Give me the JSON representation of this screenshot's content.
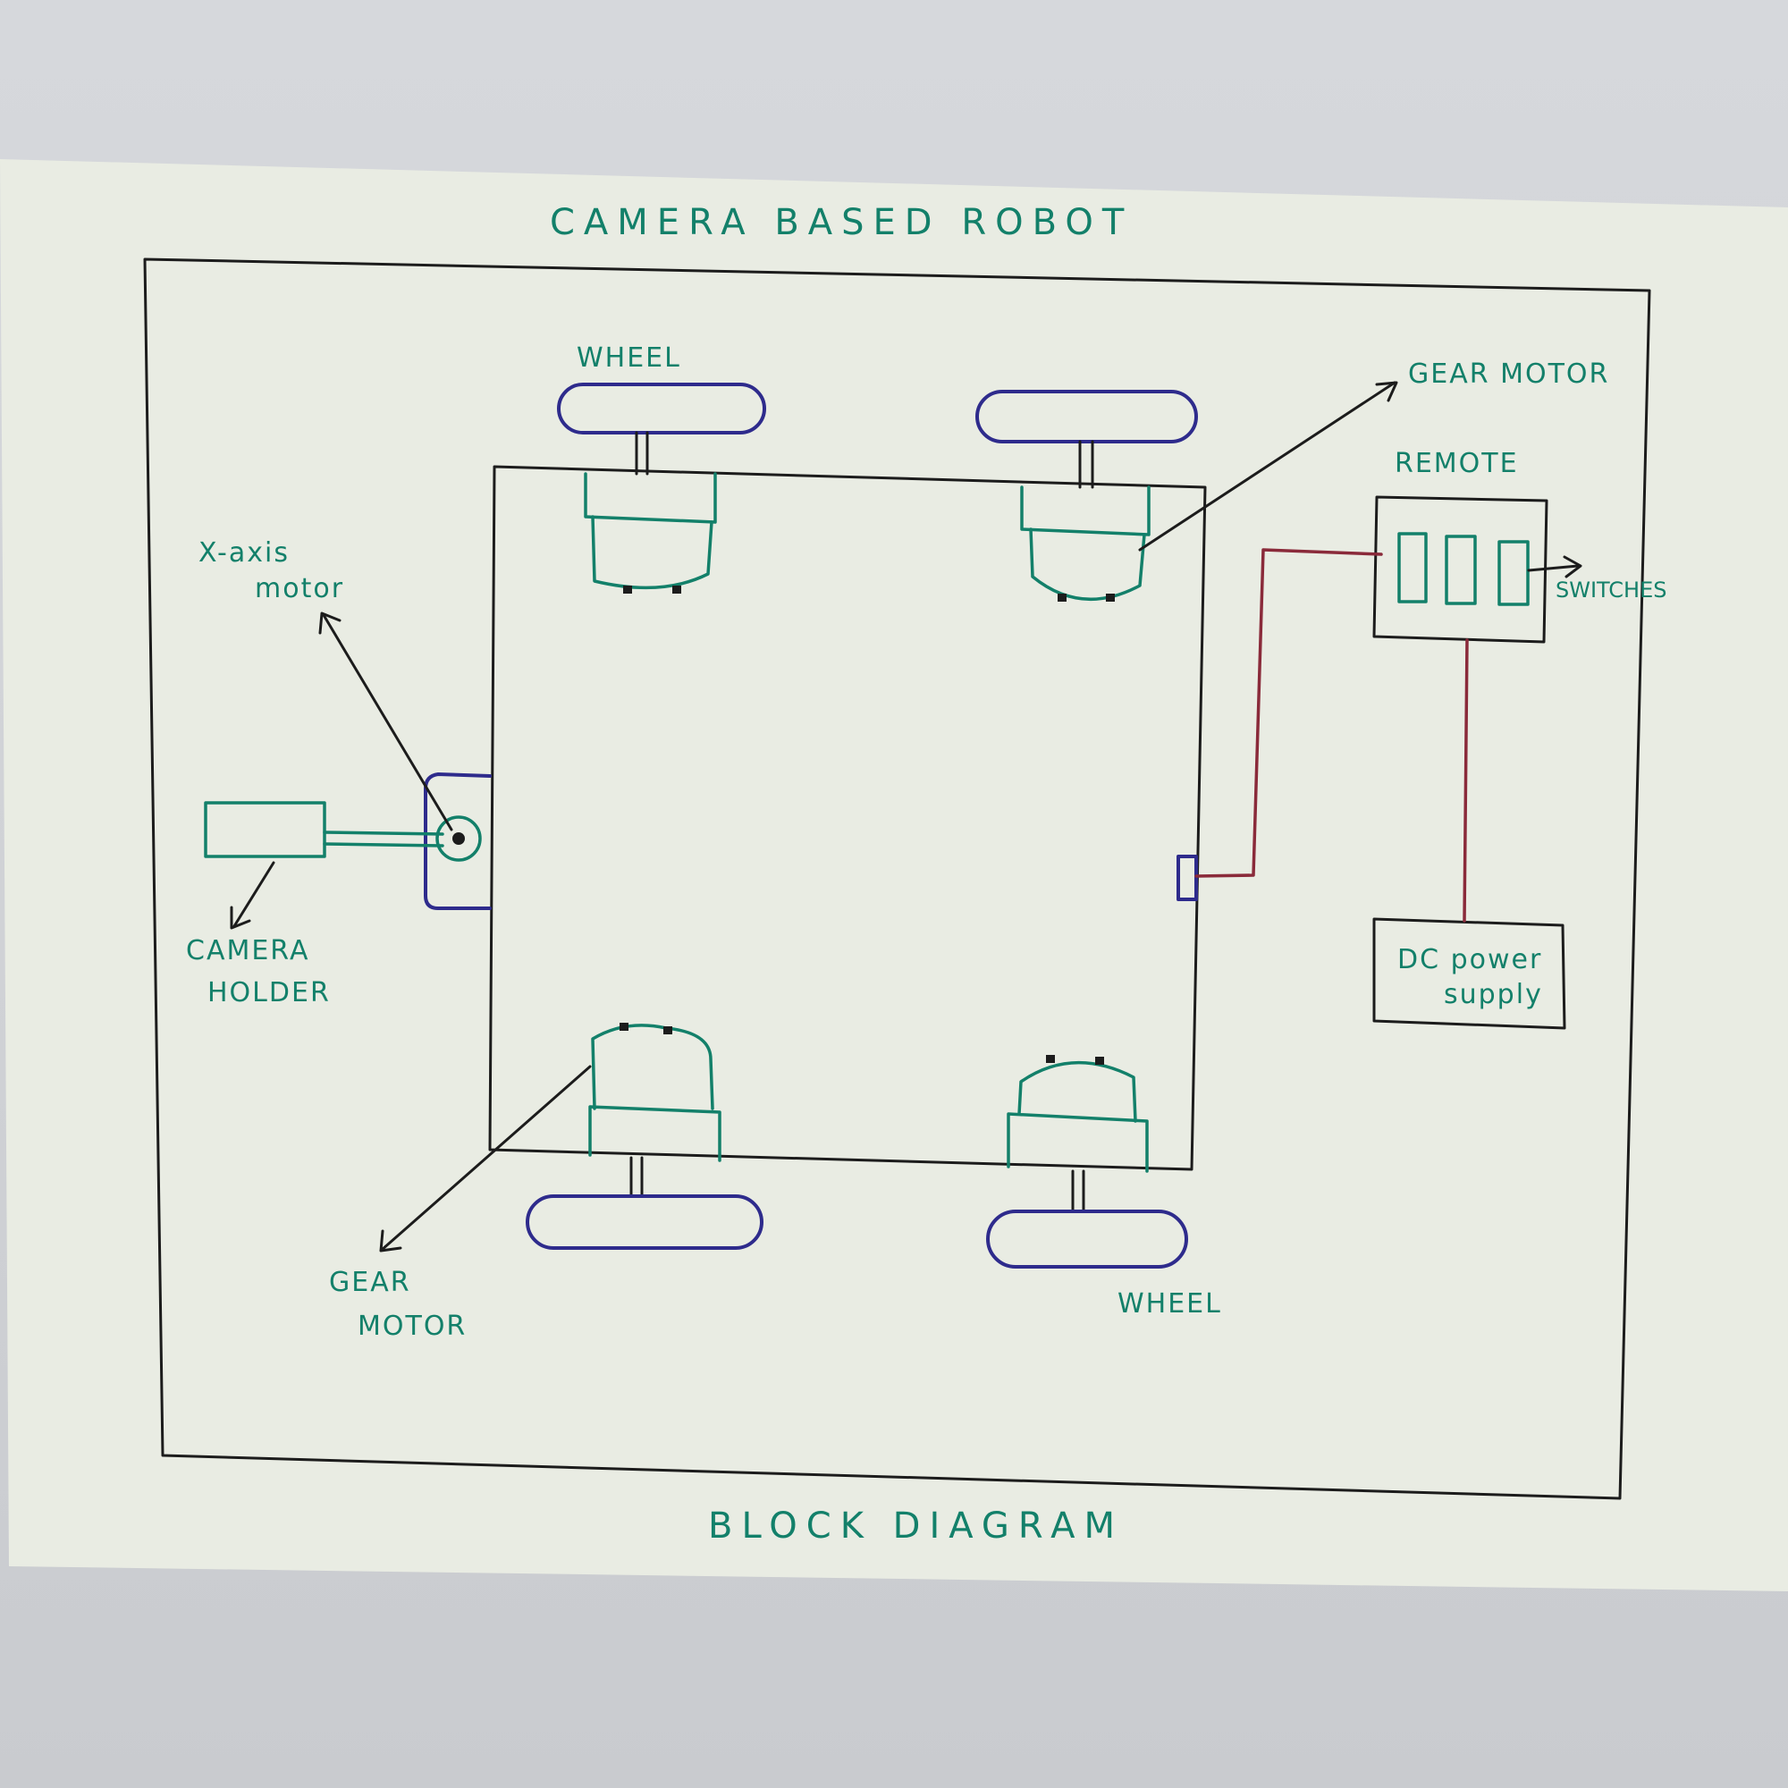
{
  "title": "CAMERA BASED ROBOT",
  "caption": "BLOCK DIAGRAM",
  "labels": {
    "wheel_top": "WHEEL",
    "wheel_bottom": "WHEEL",
    "gear_motor_right": "GEAR MOTOR",
    "gear_motor_left_line1": "GEAR",
    "gear_motor_left_line2": "MOTOR",
    "remote": "REMOTE",
    "switches": "SWITCHES",
    "x_axis_line1": "X-axis",
    "x_axis_line2": "motor",
    "camera_holder_line1": "CAMERA",
    "camera_holder_line2": "HOLDER",
    "dc_supply_line1": "DC power",
    "dc_supply_line2": "supply"
  },
  "colors": {
    "paper": "#e9ece3",
    "ink": "#1c1c1c",
    "green": "#13806a",
    "blue": "#2e2b8c",
    "red": "#8a2a3a"
  }
}
